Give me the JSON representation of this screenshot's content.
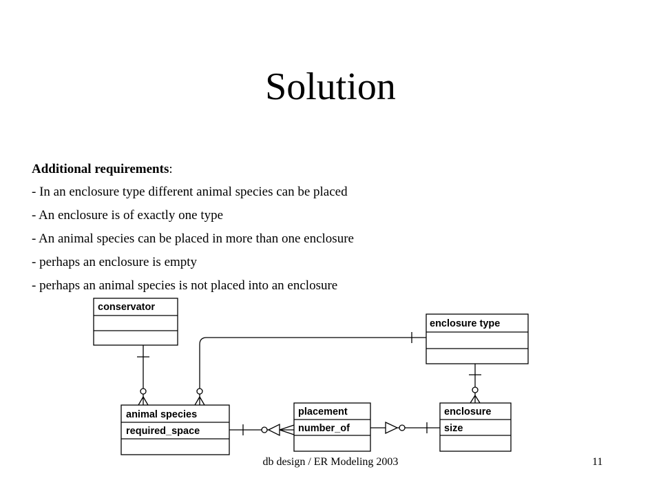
{
  "slide": {
    "title": "Solution",
    "requirements_heading": "Additional requirements",
    "requirements_colon": ":",
    "requirements": [
      "- In an enclosure type different animal species can be placed",
      "- An enclosure is of exactly one type",
      "- An animal species can be placed in more than one enclosure",
      "- perhaps an enclosure is empty",
      "- perhaps an animal species is not placed into an enclosure"
    ]
  },
  "diagram": {
    "entities": {
      "conservator": {
        "name": "conservator",
        "attributes": []
      },
      "enclosure_type": {
        "name": "enclosure type",
        "attributes": []
      },
      "animal_species": {
        "name": "animal species",
        "attributes": [
          "required_space"
        ]
      },
      "placement": {
        "name": "placement",
        "attributes": [
          "number_of"
        ]
      },
      "enclosure": {
        "name": "enclosure",
        "attributes": [
          "size"
        ]
      }
    }
  },
  "footer": {
    "text": "db design / ER Modeling  2003",
    "page_number": "11"
  }
}
